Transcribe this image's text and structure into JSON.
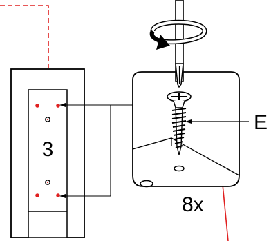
{
  "panel_number": "3",
  "part_label": "E",
  "quantity_label": "8x",
  "icons": [
    "rotation-arrow-icon",
    "screwdriver-icon",
    "wood-screw-icon"
  ],
  "colors": {
    "line": "#000000",
    "guide_line": "#e02020",
    "marker": "#e02020"
  }
}
